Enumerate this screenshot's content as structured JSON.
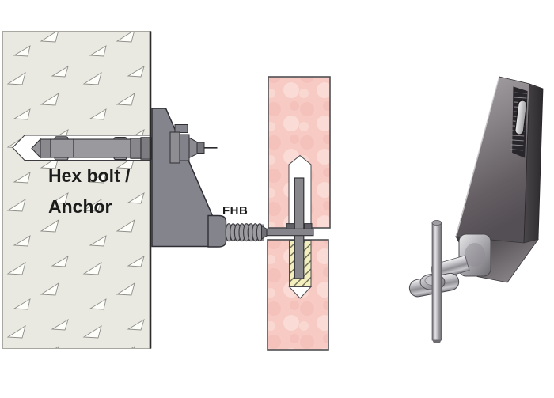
{
  "labels": {
    "hex_bolt_line1": "Hex bolt /",
    "hex_bolt_line2": "Anchor",
    "fhb": "FHB"
  },
  "colors": {
    "background": "#ffffff",
    "concrete_wall": "#e9e9e2",
    "wall_edge_line": "#2a2a2a",
    "aggregate_fill": "#fdfdfa",
    "bracket_gray": "#84848c",
    "bolt_gray": "#9a9a9e",
    "diagram_outline": "#2e2e34",
    "fixture_pink": "#f7cac4",
    "resin_yellow": "#f4efbe",
    "rod_gray": "#87878c",
    "render_metal_dark": "#565156",
    "render_chrome": "#d9d8dc",
    "label_text": "#1c1c1c"
  }
}
